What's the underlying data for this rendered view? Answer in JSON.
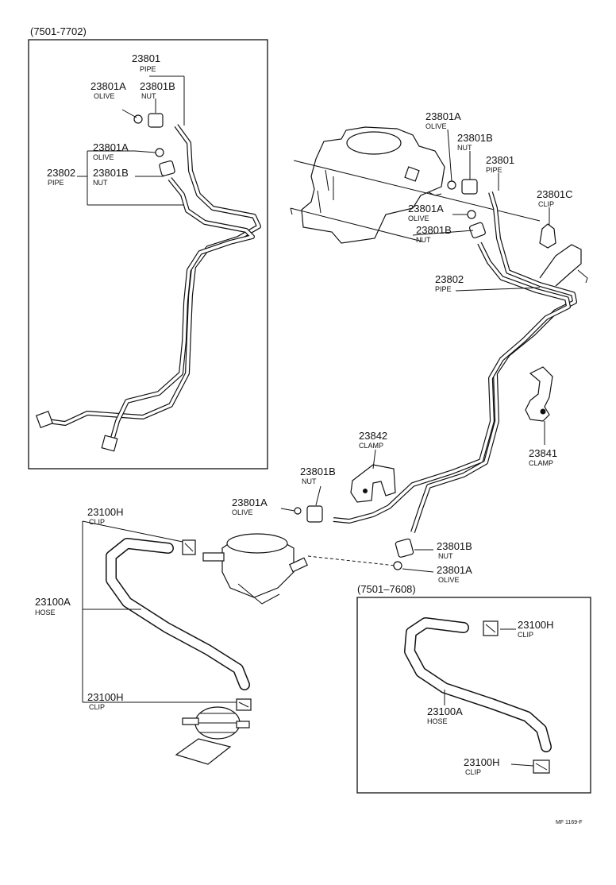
{
  "inset_1": {
    "range": "(7501-7702)"
  },
  "inset_2": {
    "range": "(7501–7608)"
  },
  "callouts": {
    "a_pipe_code": "23801",
    "a_pipe_desc": "PIPE",
    "a_olive1_code": "23801A",
    "a_olive1_desc": "OLIVE",
    "a_nut1_code": "23801B",
    "a_nut1_desc": "NUT",
    "a_olive2_code": "23801A",
    "a_olive2_desc": "OLIVE",
    "a_pipe2_code": "23802",
    "a_pipe2_desc": "PIPE",
    "a_nut2_code": "23801B",
    "a_nut2_desc": "NUT",
    "m_olive1_code": "23801A",
    "m_olive1_desc": "OLIVE",
    "m_nut1_code": "23801B",
    "m_nut1_desc": "NUT",
    "m_pipe_code": "23801",
    "m_pipe_desc": "PIPE",
    "m_clip_code": "23801C",
    "m_clip_desc": "CLIP",
    "m_olive2_code": "23801A",
    "m_olive2_desc": "OLIVE",
    "m_nut2_code": "23801B",
    "m_nut2_desc": "NUT",
    "m_pipe2_code": "23802",
    "m_pipe2_desc": "PIPE",
    "m_clamp1_code": "23842",
    "m_clamp1_desc": "CLAMP",
    "m_clamp2_code": "23841",
    "m_clamp2_desc": "CLAMP",
    "m_nut3_code": "23801B",
    "m_nut3_desc": "NUT",
    "m_olive3_code": "23801A",
    "m_olive3_desc": "OLIVE",
    "m_nut4_code": "23801B",
    "m_nut4_desc": "NUT",
    "m_olive4_code": "23801A",
    "m_olive4_desc": "OLIVE",
    "h_clip1_code": "23100H",
    "h_clip1_desc": "CLIP",
    "h_hose_code": "23100A",
    "h_hose_desc": "HOSE",
    "h_clip2_code": "23100H",
    "h_clip2_desc": "CLIP",
    "b_clip1_code": "23100H",
    "b_clip1_desc": "CLIP",
    "b_hose_code": "23100A",
    "b_hose_desc": "HOSE",
    "b_clip2_code": "23100H",
    "b_clip2_desc": "CLIP"
  },
  "footer": {
    "code": "MF 1169-F"
  }
}
